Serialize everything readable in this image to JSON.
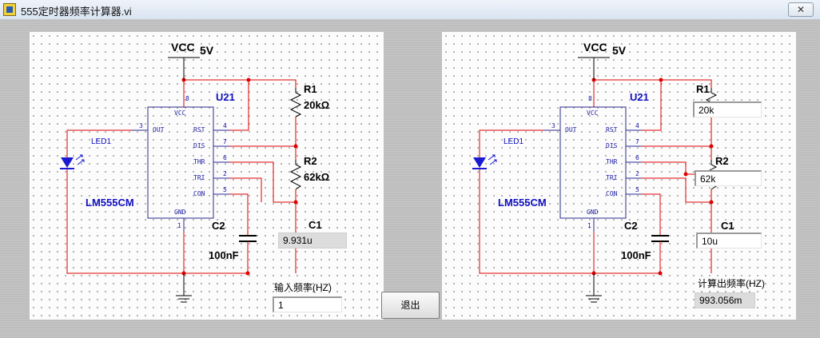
{
  "window": {
    "title": "555定时器频率计算器.vi",
    "close_glyph": "✕"
  },
  "circuit": {
    "vcc_label": "VCC",
    "vcc_value": "5V",
    "ic_ref": "U21",
    "ic_part": "LM555CM",
    "pins": {
      "vcc": "VCC",
      "out": "OUT",
      "rst": "RST",
      "dis": "DIS",
      "thr": "THR",
      "tri": "TRI",
      "con": "CON",
      "gnd": "GND"
    },
    "pin_numbers": {
      "p8": "8",
      "p3": "3",
      "p4": "4",
      "p7": "7",
      "p6": "6",
      "p2": "2",
      "p5": "5",
      "p1": "1"
    },
    "led_label": "LED1",
    "r1_label": "R1",
    "r1_value": "20kΩ",
    "r2_label": "R2",
    "r2_value": "62kΩ",
    "c1_label": "C1",
    "c2_label": "C2",
    "c2_value": "100nF"
  },
  "left": {
    "c1_value": "9.931u",
    "freq_label": "输入频率(HZ)",
    "freq_value": "1"
  },
  "right": {
    "r1_value": "20k",
    "r2_value": "62k",
    "c1_value": "10u",
    "freq_label": "计算出频率(HZ)",
    "freq_value": "993.056m"
  },
  "exit_button": {
    "label": "退出"
  },
  "colors": {
    "wire": "#e00000",
    "component": "#2a2a90",
    "ic_text": "#1a1aa0",
    "label": "#1010c0",
    "black": "#000000"
  }
}
